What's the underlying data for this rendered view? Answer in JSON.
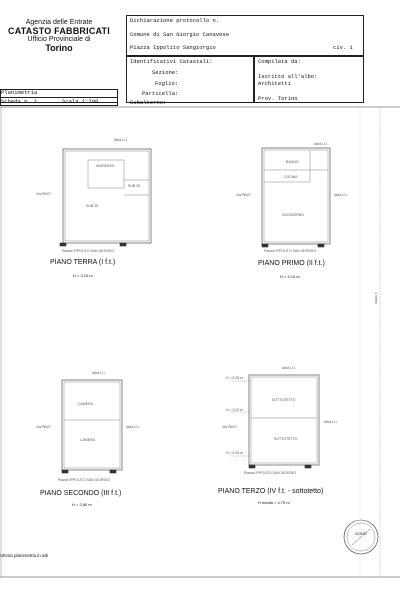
{
  "header": {
    "agency_line1": "Agenzia delle Entrate",
    "agency_line2": "CATASTO FABBRICATI",
    "agency_line3": "Ufficio Provinciale di",
    "agency_line4": "Torino",
    "dichiarazione": "Dichiarazione protocollo n.",
    "comune": "Comune di San Giorgio Canavese",
    "indirizzo": "Piazza Ippolito Sangiorgio",
    "civ": "civ. 1",
    "identificativi": "Identificativi Catastali:",
    "sezione": "Sezione:",
    "foglio": "Foglio:",
    "particella": "Particella:",
    "subalterno": "Subalterno:",
    "compilata": "Compilata da:",
    "iscritto": "Iscritto all'albo:",
    "albo": "Architetti",
    "prov": "Prov. Torino",
    "planimetria": "Planimetria",
    "scheda": "Scheda n. 1",
    "scala": "Scala 1:200"
  },
  "plans": {
    "terra": {
      "title": "PIANO TERRA  (I f.t.)",
      "height": "H = 3.10 m",
      "rooms": [
        "INGRESSO",
        "SUB 25",
        "SUB 25"
      ],
      "labels": [
        "Altra U.I.",
        "Via PAVC",
        "Piazza IPPOLITO SAN GIORGIO"
      ]
    },
    "primo": {
      "title": "PIANO PRIMO  (II f.t.)",
      "height": "H = 3.10 m",
      "rooms": [
        "BAGNO",
        "CUCINA",
        "SOGGIORNO"
      ],
      "labels": [
        "Altra U.I.",
        "Via PAVC",
        "Altra U.I.",
        "Piazza IPPOLITO SAN GIORGIO"
      ]
    },
    "secondo": {
      "title": "PIANO SECONDO  (III f.t.)",
      "height": "H = 2.80 m",
      "rooms": [
        "CAMERA",
        "CAMERA"
      ],
      "labels": [
        "Altra U.I.",
        "Via PAVC",
        "Altra U.I.",
        "Piazza IPPOLITO SAN GIORGIO"
      ]
    },
    "terzo": {
      "title": "PIANO TERZO  (IV f.t. - sottotetto)",
      "height": "H media = 4.75 m",
      "rooms": [
        "SOTTOTETTO",
        "SOTTOTETTO"
      ],
      "labels": [
        "Altra U.I.",
        "Via PAVC",
        "Altra U.I.",
        "Piazza IPPOLITO SAN GIORGIO",
        "H = 6.25 m",
        "H = 3.20 m",
        "H = 6.25 m"
      ]
    }
  },
  "footer": {
    "note": "Ultima planimetria in atti",
    "right_margin": "1 metro",
    "stamp": "NORD"
  }
}
